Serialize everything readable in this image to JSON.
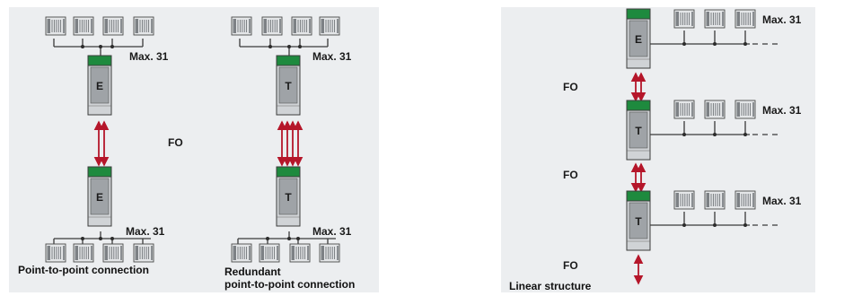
{
  "colors": {
    "panel": "#eceef0",
    "module_top": "#1e8a3e",
    "module_body": "#d0d3d6",
    "module_window": "#9fa3a7",
    "fo_arrow": "#b5162a",
    "bus_line": "#3a3a3a"
  },
  "icons": {
    "device": "io-device-icon",
    "arrow": "double-arrow-icon"
  },
  "labels": {
    "max": "Max. 31",
    "fo": "FO",
    "end_module": "E",
    "transit_module": "T"
  },
  "captions": {
    "p2p": "Point-to-point connection",
    "redundant_line1": "Redundant",
    "redundant_line2": "point-to-point connection",
    "linear": "Linear structure"
  }
}
